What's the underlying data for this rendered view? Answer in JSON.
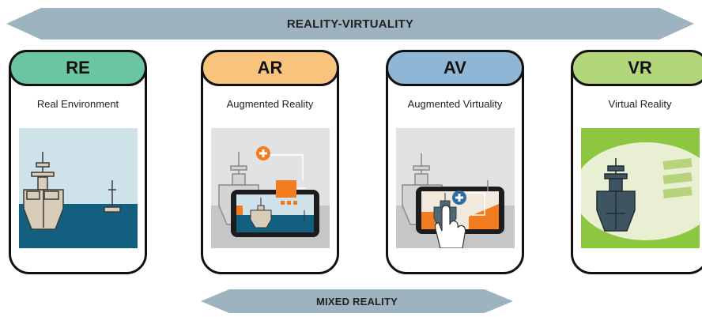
{
  "top_arrow": {
    "label": "REALITY-VIRTUALITY"
  },
  "bottom_arrow": {
    "label": "MIXED REALITY"
  },
  "cards": [
    {
      "code": "RE",
      "name": "Real Environment",
      "color": "#6cc5a1"
    },
    {
      "code": "AR",
      "name": "Augmented Reality",
      "color": "#f9c47e"
    },
    {
      "code": "AV",
      "name": "Augmented Virtuality",
      "color": "#8fb6d4"
    },
    {
      "code": "VR",
      "name": "Virtual Reality",
      "color": "#b3d67a"
    }
  ],
  "colors": {
    "arrow": "#9db3c0",
    "sea": "#125f80",
    "sky": "#cfe2ea",
    "orange": "#f47c20",
    "green": "#8dc63f",
    "ship": "#d8cdb9"
  }
}
